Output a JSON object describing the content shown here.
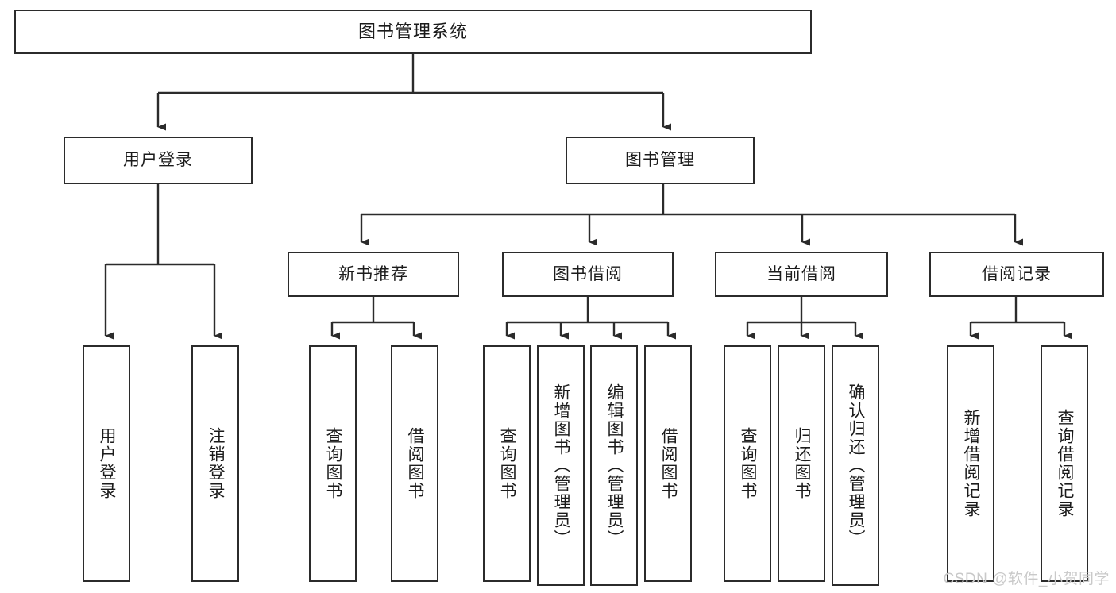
{
  "diagram": {
    "title": "图书管理系统",
    "type": "tree-hierarchy",
    "watermark": "CSDN @软件_小贺同学",
    "colors": {
      "box_border": "#2b2b2b",
      "box_fill": "#ffffff",
      "edge": "#2b2b2b",
      "text": "#1b1b1b",
      "watermark": "#c9c9c9",
      "background": "#ffffff"
    }
  },
  "nodes": {
    "root": {
      "label": "图书管理系统"
    },
    "level1": [
      {
        "id": "user-login",
        "label": "用户登录"
      },
      {
        "id": "book-manage",
        "label": "图书管理"
      }
    ],
    "level2": [
      {
        "id": "new-book-rec",
        "label": "新书推荐"
      },
      {
        "id": "book-borrow",
        "label": "图书借阅"
      },
      {
        "id": "current-borrow",
        "label": "当前借阅"
      },
      {
        "id": "borrow-record",
        "label": "借阅记录"
      }
    ],
    "leaves": {
      "user-login": [
        {
          "id": "leaf-user-login",
          "label": "用户登录"
        },
        {
          "id": "leaf-logout-login",
          "label": "注销登录"
        }
      ],
      "new-book-rec": [
        {
          "id": "leaf-query-book-1",
          "label": "查询图书"
        },
        {
          "id": "leaf-borrow-book-1",
          "label": "借阅图书"
        }
      ],
      "book-borrow": [
        {
          "id": "leaf-query-book-2",
          "label": "查询图书"
        },
        {
          "id": "leaf-add-book",
          "label": "新增图书（管理员）"
        },
        {
          "id": "leaf-edit-book",
          "label": "编辑图书（管理员）"
        },
        {
          "id": "leaf-borrow-book-2",
          "label": "借阅图书"
        }
      ],
      "current-borrow": [
        {
          "id": "leaf-query-book-3",
          "label": "查询图书"
        },
        {
          "id": "leaf-return-book",
          "label": "归还图书"
        },
        {
          "id": "leaf-confirm-return",
          "label": "确认归还（管理员）"
        }
      ],
      "borrow-record": [
        {
          "id": "leaf-add-record",
          "label": "新增借阅记录"
        },
        {
          "id": "leaf-query-record",
          "label": "查询借阅记录"
        }
      ]
    }
  }
}
